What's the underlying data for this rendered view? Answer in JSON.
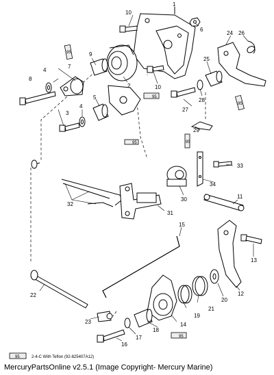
{
  "footer": {
    "text": "MercuryPartsOnline v2.5.1 (Image Copyright- Mercury Marine)"
  },
  "legend": {
    "tube_label": "95",
    "text": "2-4-C  With Teflon  (92-825407A12)"
  },
  "sealant_label": "95",
  "callouts": {
    "c1": "1",
    "c2": "2",
    "c3": "3",
    "c4a": "4",
    "c4b": "4",
    "c5": "5",
    "c6": "6",
    "c7": "7",
    "c8": "8",
    "c9": "9",
    "c10a": "10",
    "c10b": "10",
    "c11": "11",
    "c12": "12",
    "c13": "13",
    "c14": "14",
    "c15": "15",
    "c16": "16",
    "c17": "17",
    "c18": "18",
    "c19": "19",
    "c20": "20",
    "c21": "21",
    "c22": "22",
    "c23": "23",
    "c24": "24",
    "c25": "25",
    "c26": "26",
    "c27": "27",
    "c28": "28",
    "c29": "29",
    "c30": "30",
    "c31": "31",
    "c32": "32",
    "c33": "33",
    "c34": "34"
  },
  "colors": {
    "ink": "#000000",
    "paper": "#ffffff",
    "tube_fill": "#eeeeee"
  }
}
